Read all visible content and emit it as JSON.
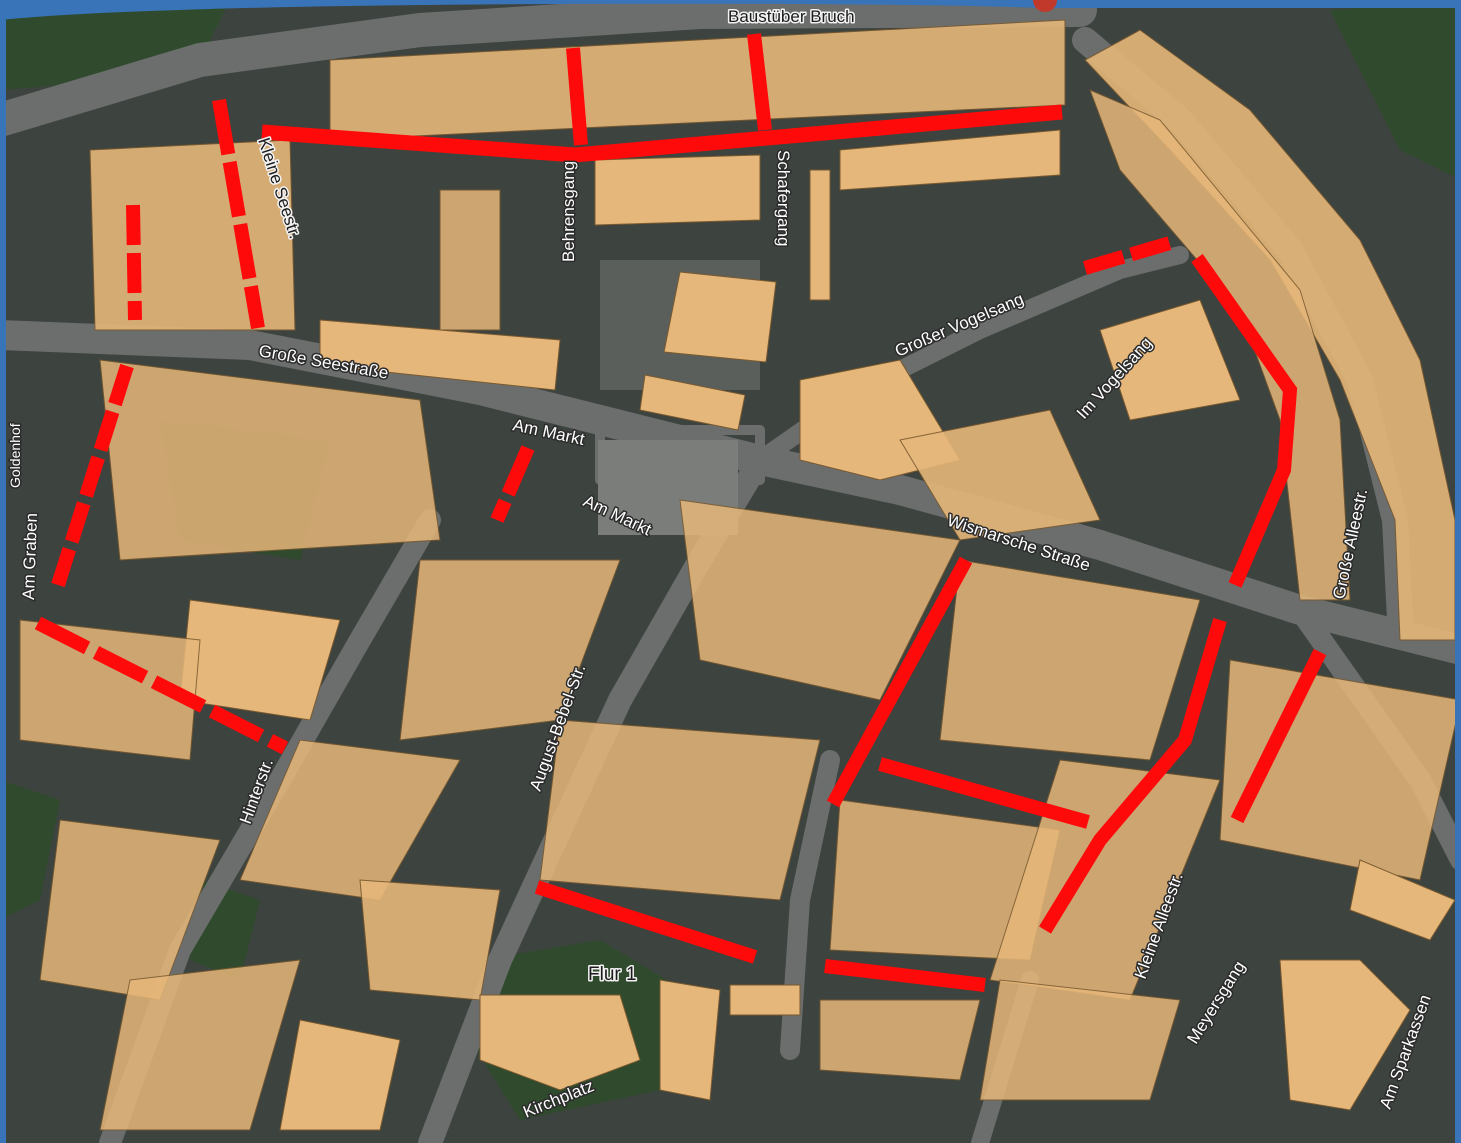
{
  "map": {
    "colors": {
      "aerial_base": "#3d433e",
      "street": "#6b6e6c",
      "vegetation": "#2f4a2c",
      "building": "#e6b77a",
      "building_outline": "#7a5a30",
      "highlight": "#ff0a0a",
      "frame": "#3a74b8"
    },
    "labels": {
      "baustuber_bruch": "Baustüber Bruch",
      "kleine_seestrasse": "Kleine Seestr.",
      "behrensgang": "Behrensgang",
      "schafergang": "Schafergang",
      "grosse_seestrasse": "Große Seestraße",
      "am_markt_1": "Am Markt",
      "am_markt_2": "Am Markt",
      "grosser_vogelsang": "Großer Vogelsang",
      "im_vogelsang": "Im Vogelsang",
      "wismarsche_strasse": "Wismarsche Straße",
      "grosse_alleestr": "Große Alleestr.",
      "am_graben": "Am Graben",
      "hinterstr": "Hinterstr.",
      "august_bebel_str": "August-Bebel-Str.",
      "kleine_alleestr": "Kleine Alleestr.",
      "meyersgang": "Meyersgang",
      "am_sparkassen": "Am Sparkassen",
      "kirchplatz": "Kirchplatz",
      "flur": "Flur 1",
      "goldenhof": "Goldenhof"
    }
  }
}
